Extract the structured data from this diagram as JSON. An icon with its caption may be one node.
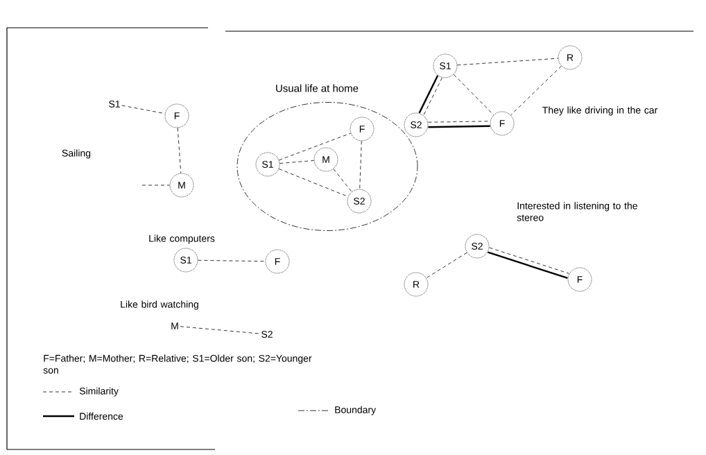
{
  "diagram": {
    "nodes": [
      {
        "text": [
          "S1"
        ]
      },
      {
        "text": [
          "R"
        ]
      },
      {
        "text": [
          "S2"
        ]
      },
      {
        "text": [
          "F"
        ]
      },
      {
        "text": [
          "Usual life at home"
        ]
      },
      {
        "text": [
          "S1"
        ],
        "in": 4
      },
      {
        "text": [
          "M"
        ],
        "in": 4
      },
      {
        "text": [
          "F"
        ],
        "in": 4
      },
      {
        "text": [
          "S2"
        ],
        "in": 4
      },
      {
        "text": [
          "S1"
        ]
      },
      {
        "text": [
          "F"
        ]
      },
      {
        "text": [
          "M"
        ]
      },
      {
        "text": [
          "S1"
        ]
      },
      {
        "text": [
          "F"
        ]
      },
      {
        "text": [
          "M"
        ]
      },
      {
        "text": [
          "S2"
        ]
      },
      {
        "text": [
          "S2"
        ]
      },
      {
        "text": [
          "R"
        ]
      },
      {
        "text": [
          "F"
        ]
      }
    ],
    "edges": [
      {
        "from": 0,
        "to": 1,
        "arrow": "none",
        "style": "dashed"
      },
      {
        "from": 0,
        "to": 2,
        "arrow": "none",
        "style": "dashed"
      },
      {
        "from": 0,
        "to": 2,
        "arrow": "none",
        "style": "thick"
      },
      {
        "from": 0,
        "to": 3,
        "arrow": "none",
        "style": "dashed"
      },
      {
        "from": 2,
        "to": 3,
        "arrow": "none",
        "style": "dashed"
      },
      {
        "from": 2,
        "to": 3,
        "arrow": "none",
        "style": "thick"
      },
      {
        "from": 1,
        "to": 3,
        "arrow": "none",
        "style": "dashed"
      },
      {
        "from": 5,
        "to": 7,
        "arrow": "none",
        "style": "dashed"
      },
      {
        "from": 5,
        "to": 6,
        "arrow": "none",
        "style": "dashed"
      },
      {
        "from": 5,
        "to": 8,
        "arrow": "none",
        "style": "dashed"
      },
      {
        "from": 6,
        "to": 8,
        "arrow": "none",
        "style": "dashed"
      },
      {
        "from": 7,
        "to": 8,
        "arrow": "none",
        "style": "dashed"
      },
      {
        "from": 9,
        "to": 10,
        "arrow": "none",
        "style": "dashed"
      },
      {
        "from": 10,
        "to": 11,
        "arrow": "none",
        "style": "dashed"
      },
      {
        "from": null,
        "to": 11,
        "arrow": "none",
        "style": "dashed"
      },
      {
        "from": 12,
        "to": 13,
        "arrow": "none",
        "style": "dashed"
      },
      {
        "from": 14,
        "to": 15,
        "arrow": "none",
        "style": "dashed"
      },
      {
        "from": 16,
        "to": 17,
        "arrow": "none",
        "style": "dashed"
      },
      {
        "from": 16,
        "to": 18,
        "arrow": "none",
        "style": "dashed"
      },
      {
        "from": 16,
        "to": 18,
        "arrow": "none",
        "style": "thick"
      }
    ],
    "labels": [
      "They like driving in the car",
      "Sailing",
      "Like computers",
      "Like bird watching",
      "Interested in listening to the stereo",
      "F=Father; M=Mother; R=Relative; S1=Older son; S2=Younger son"
    ],
    "legend": [
      {
        "text": "Similarity"
      },
      {
        "text": "Difference"
      },
      {
        "text": "Boundary"
      }
    ]
  }
}
